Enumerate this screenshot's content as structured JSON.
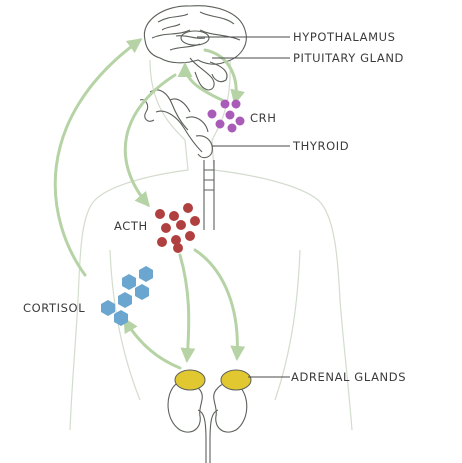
{
  "labels": {
    "hypothalamus": "HYPOTHALAMUS",
    "pituitary": "PITUITARY GLAND",
    "crh": "CRH",
    "thyroid": "THYROID",
    "acth": "ACTH",
    "cortisol": "CORTISOL",
    "adrenal": "ADRENAL GLANDS"
  },
  "colors": {
    "arrow": "#b6d3a6",
    "outline": "#c9d6c2",
    "line_art": "#5b6159",
    "crh": "#a95bb8",
    "acth": "#b0403f",
    "cortisol": "#6aa6cf",
    "adrenal": "#e2c830",
    "text": "#3b3b3b"
  }
}
